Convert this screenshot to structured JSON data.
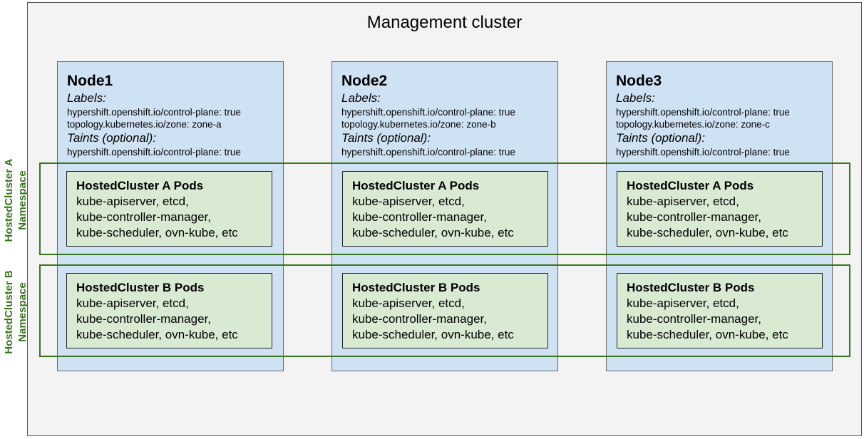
{
  "title": "Management cluster",
  "nodes": [
    {
      "name": "Node1",
      "labels_heading": "Labels:",
      "label_lines": [
        "hypershift.openshift.io/control-plane: true",
        "topology.kubernetes.io/zone: zone-a"
      ],
      "taints_heading": "Taints (optional):",
      "taint_lines": [
        "hypershift.openshift.io/control-plane: true"
      ]
    },
    {
      "name": "Node2",
      "labels_heading": "Labels:",
      "label_lines": [
        "hypershift.openshift.io/control-plane: true",
        "topology.kubernetes.io/zone: zone-b"
      ],
      "taints_heading": "Taints (optional):",
      "taint_lines": [
        "hypershift.openshift.io/control-plane: true"
      ]
    },
    {
      "name": "Node3",
      "labels_heading": "Labels:",
      "label_lines": [
        "hypershift.openshift.io/control-plane: true",
        "topology.kubernetes.io/zone: zone-c"
      ],
      "taints_heading": "Taints (optional):",
      "taint_lines": [
        "hypershift.openshift.io/control-plane: true"
      ]
    }
  ],
  "namespaces": [
    {
      "label_lines": [
        "HostedCluster A",
        "Namespace"
      ],
      "pods_title": "HostedCluster A Pods",
      "pods_lines": [
        "kube-apiserver, etcd,",
        "kube-controller-manager,",
        "kube-scheduler, ovn-kube, etc"
      ]
    },
    {
      "label_lines": [
        "HostedCluster B",
        "Namespace"
      ],
      "pods_title": "HostedCluster B Pods",
      "pods_lines": [
        "kube-apiserver, etcd,",
        "kube-controller-manager,",
        "kube-scheduler, ovn-kube, etc"
      ]
    }
  ],
  "colors": {
    "node_fill": "#cfe2f3",
    "pods_fill": "#d9ead3",
    "namespace_border": "#38761d",
    "cluster_fill": "#f3f3f3"
  }
}
